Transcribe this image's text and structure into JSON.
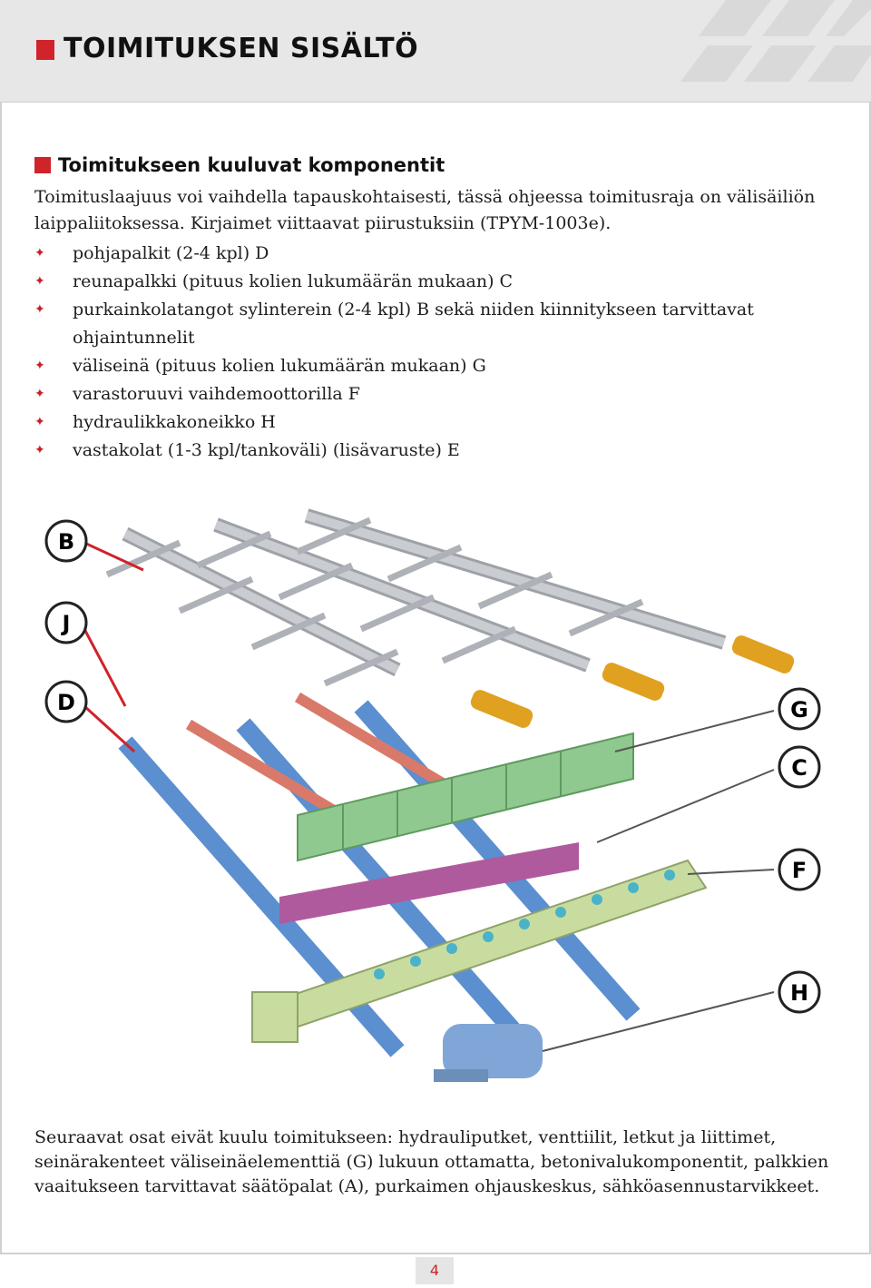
{
  "header": {
    "title": "TOIMITUKSEN SISÄLTÖ"
  },
  "section": {
    "title": "Toimitukseen kuuluvat komponentit",
    "intro": "Toimituslaajuus voi vaihdella tapauskohtaisesti, tässä ohjeessa toimitusraja on välisäiliön laippaliitoksessa. Kirjaimet viittaavat piirustuksiin (TPYM-1003e).",
    "bullets": [
      "pohjapalkit (2-4 kpl) D",
      "reunapalkki (pituus kolien lukumäärän mukaan) C",
      "purkainkolatangot sylinterein (2-4 kpl) B sekä niiden kiinnitykseen tarvittavat ohjaintunnelit",
      "väliseinä (pituus kolien lukumäärän mukaan) G",
      "varastoruuvi vaihdemoottorilla F",
      "hydraulikkakoneikko H",
      "vastakolat (1-3 kpl/tankoväli) (lisävaruste) E"
    ]
  },
  "figure": {
    "labels": {
      "b": "B",
      "j": "J",
      "d": "D",
      "g": "G",
      "c": "C",
      "f": "F",
      "h": "H"
    },
    "colors": {
      "rail": "#b9bcc1",
      "cylinder": "#e0a020",
      "beam_blue": "#5b8fcf",
      "beam_red": "#d9796a",
      "wall_green": "#8fc98f",
      "edge_purple": "#b05a9e",
      "screw_green": "#c9dca0",
      "motor_blue": "#7fa6d6",
      "accent": "#d0232a"
    }
  },
  "footer": {
    "text": "Seuraavat osat eivät kuulu toimitukseen: hydrauliputket, venttiilit, letkut ja liittimet, seinärakenteet väliseinäelementtiä (G) lukuun ottamatta, betonivalukomponentit, palkkien vaaitukseen tarvittavat säätöpalat (A), purkaimen ohjauskeskus, sähköasennustarvikkeet."
  },
  "page_number": "4"
}
